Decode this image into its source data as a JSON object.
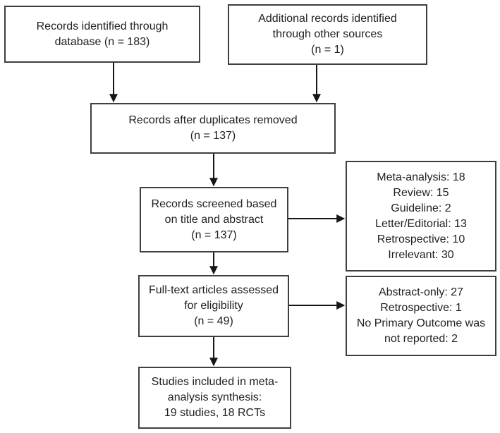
{
  "diagram": {
    "boxes": {
      "identified_database": {
        "lines": [
          "Records identified through",
          "database (n = 183)"
        ]
      },
      "identified_other": {
        "lines": [
          "Additional records identified",
          "through other sources",
          "(n = 1)"
        ]
      },
      "duplicates_removed": {
        "lines": [
          "Records after duplicates removed",
          "(n = 137)"
        ]
      },
      "screened": {
        "lines": [
          "Records screened based",
          "on title and abstract",
          "(n = 137)"
        ]
      },
      "excluded_screening": {
        "lines": [
          "Meta-analysis: 18",
          "Review: 15",
          "Guideline: 2",
          "Letter/Editorial: 13",
          "Retrospective: 10",
          "Irrelevant: 30"
        ]
      },
      "fulltext": {
        "lines": [
          "Full-text articles assessed",
          "for eligibility",
          "(n = 49)"
        ]
      },
      "excluded_fulltext": {
        "lines": [
          "Abstract-only: 27",
          "Retrospective: 1",
          "No Primary Outcome was",
          "not reported: 2"
        ]
      },
      "included": {
        "lines": [
          "Studies included in meta-",
          "analysis synthesis:",
          "19 studies, 18 RCTs"
        ]
      }
    },
    "colors": {
      "background": "#ffffff",
      "box_border": "#3f3f3f",
      "text": "#212121",
      "arrow": "#161616"
    }
  }
}
